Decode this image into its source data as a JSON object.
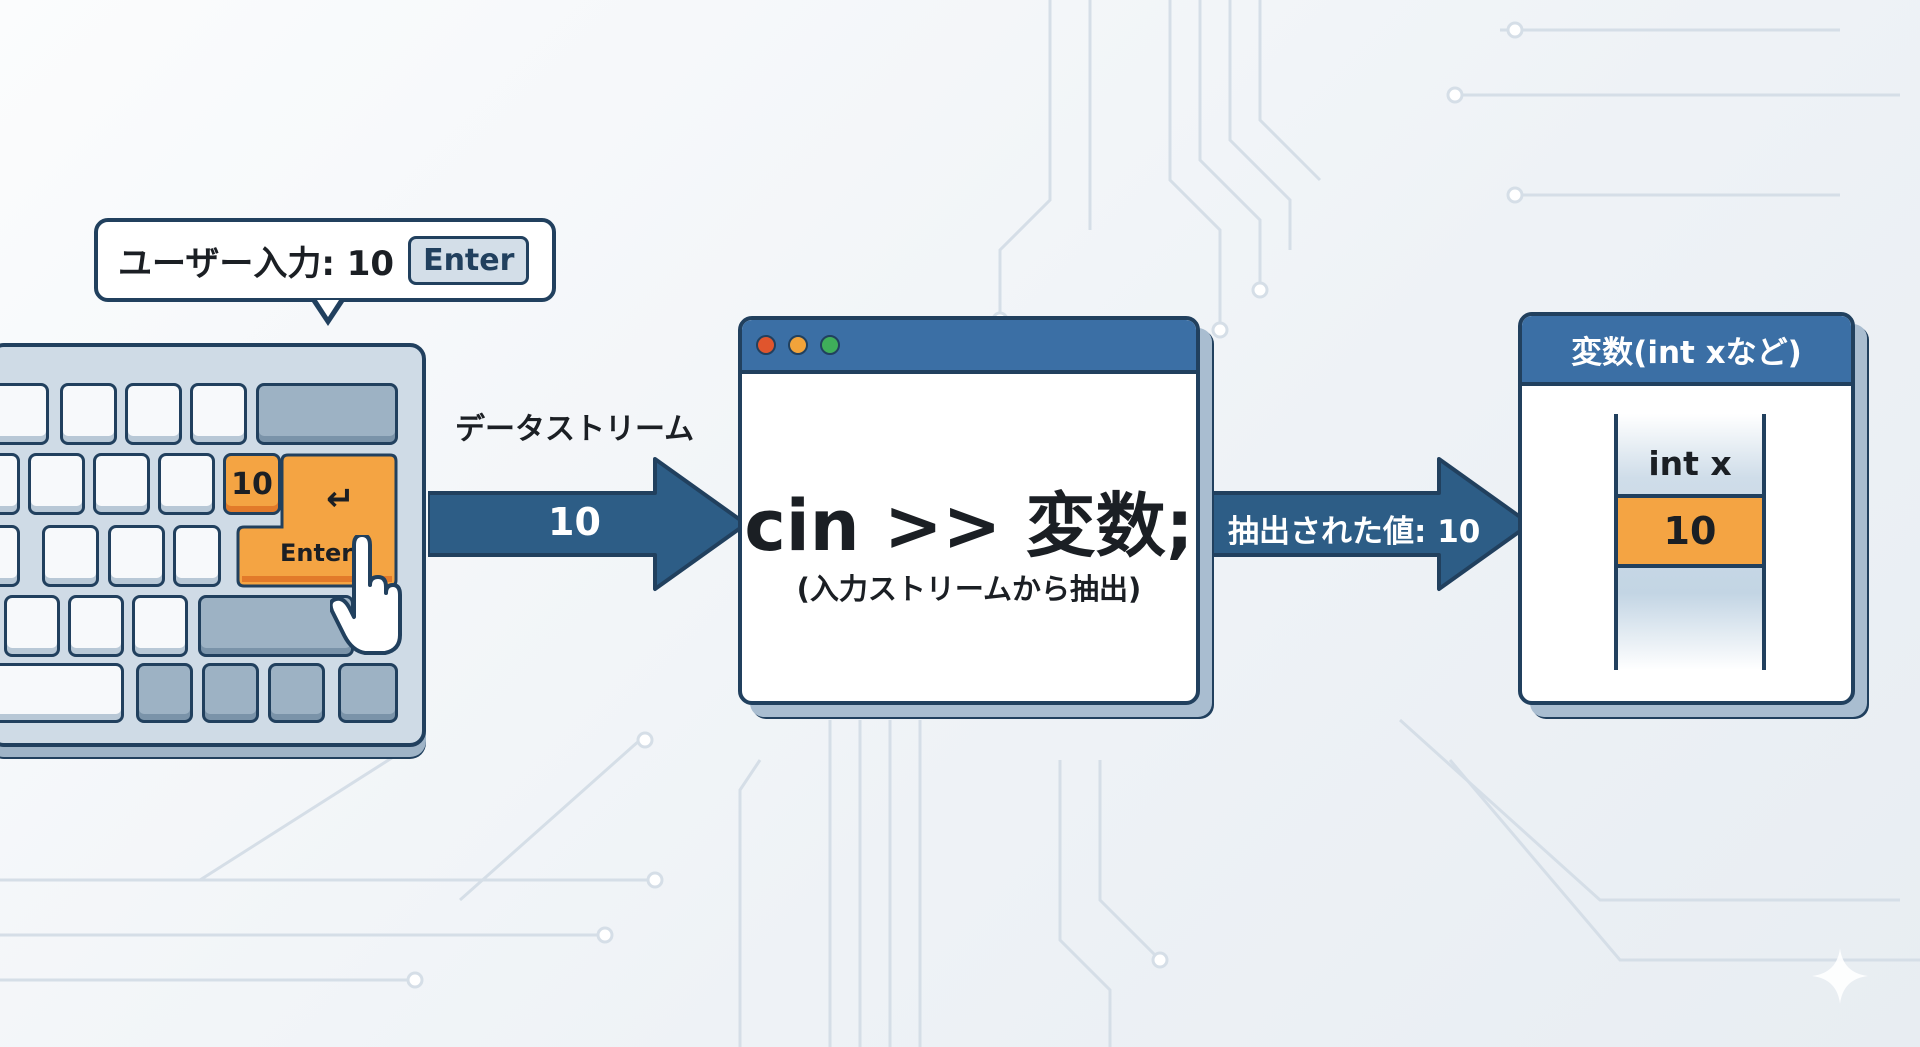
{
  "bubble": {
    "text": "ユーザー入力: 10",
    "key": "Enter"
  },
  "keyboard": {
    "number_key": "10",
    "enter_key": "Enter",
    "return_symbol": "↵"
  },
  "stream": {
    "label": "データストリーム",
    "value": "10"
  },
  "console": {
    "code": "cin >> 変数;",
    "caption": "(入力ストリームから抽出)"
  },
  "extract": {
    "label": "抽出された値: 10"
  },
  "variable": {
    "header": "変数(int xなど)",
    "name": "int x",
    "value": "10"
  },
  "colors": {
    "navy": "#21405e",
    "blue": "#3b6fa5",
    "orange": "#f4a443",
    "arrow": "#2d5d86"
  }
}
